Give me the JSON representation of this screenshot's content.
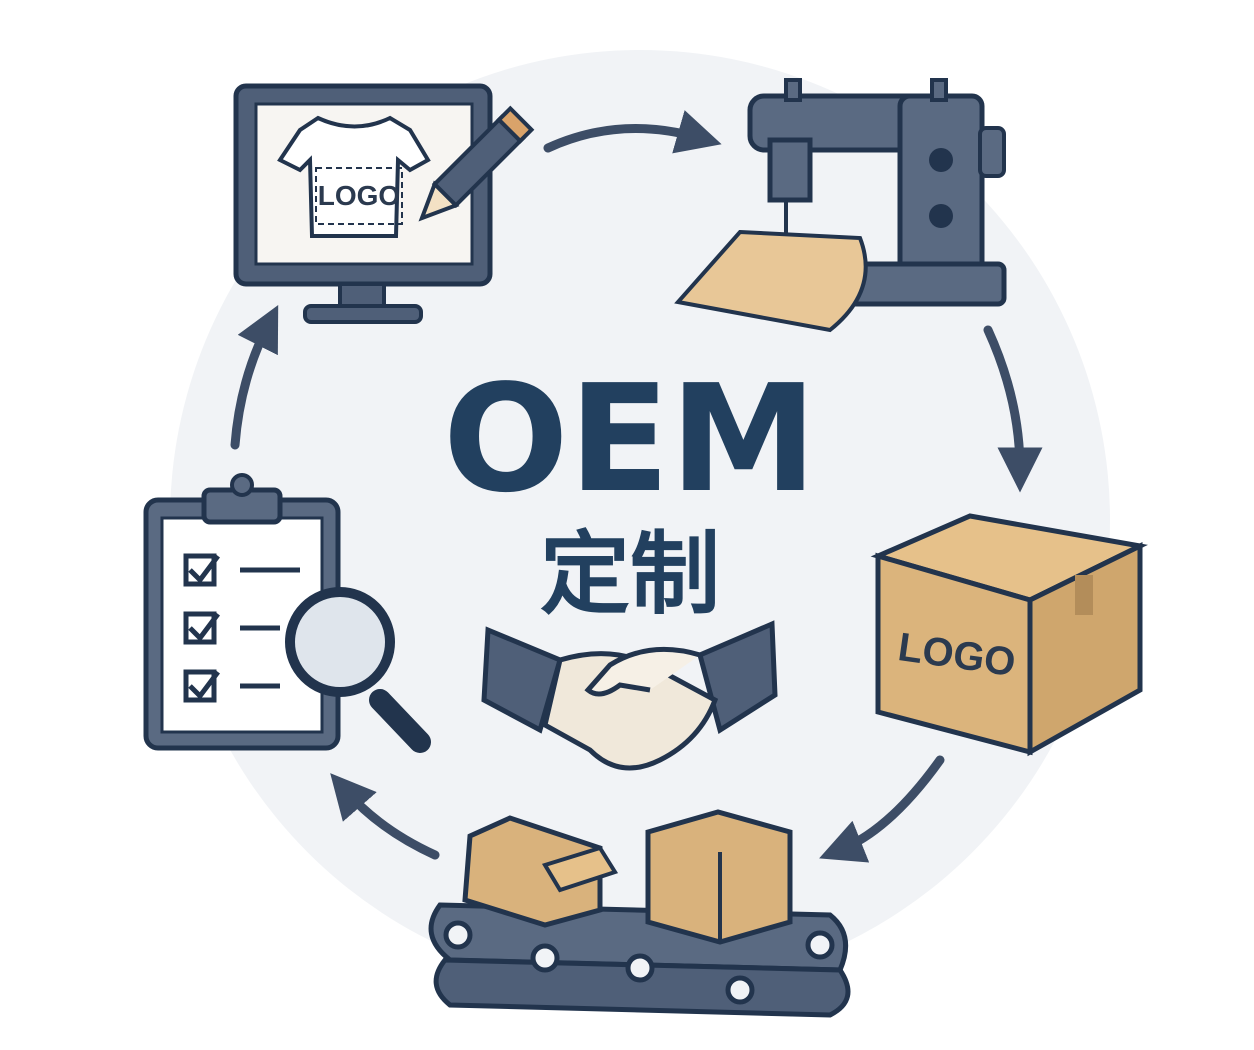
{
  "title": "OEM",
  "subtitle": "定制",
  "design_logo_text": "LOGO",
  "box_logo_text": "LOGO",
  "steps": [
    "design-monitor",
    "sewing-machine",
    "packaged-box",
    "conveyor-belt",
    "quality-checklist"
  ],
  "colors": {
    "navy": "#22405f",
    "slate": "#4f5f78",
    "cardboard": "#d9b27c",
    "background": "#f1f3f6"
  }
}
